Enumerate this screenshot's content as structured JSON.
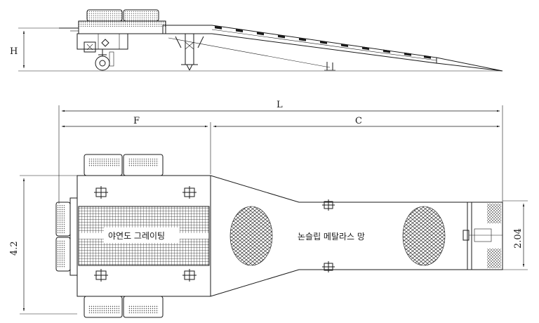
{
  "drawing": {
    "side_view": {
      "height_label": "H"
    },
    "top_view": {
      "length_label": "L",
      "front_section_label": "F",
      "ramp_section_label": "C",
      "width_label": "4.2",
      "lip_width_label": "2.04",
      "platform_note": "야연도 그레이팅",
      "ramp_note": "논슬립 메탈라스 망"
    },
    "colors": {
      "line": "#1a1a1a",
      "background": "#ffffff"
    }
  }
}
